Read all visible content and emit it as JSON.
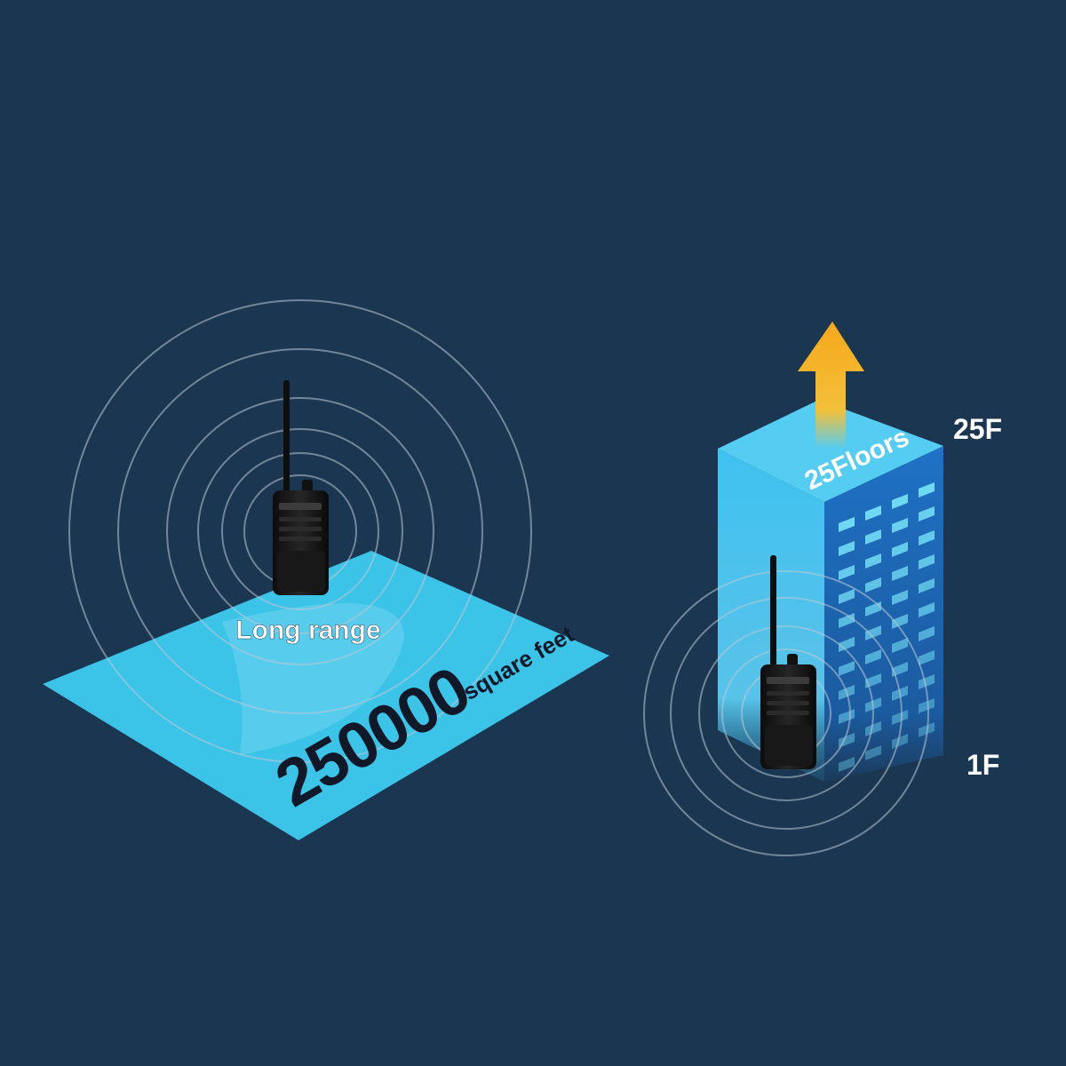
{
  "colors": {
    "background": "#1b3651",
    "floor_area": "#3cc3e8",
    "building_front": "#38b8ec",
    "building_side": "#1e6fc0",
    "window": "#6fd8f2",
    "arrow": "#f3b01e",
    "label_text": "#ffffff",
    "area_number_text": "#111827"
  },
  "left_panel": {
    "caption": "Long range",
    "area_number": "250000",
    "area_unit": "square feet",
    "radio_icon": "walkie-talkie",
    "signal_icon": "concentric-rings"
  },
  "right_panel": {
    "building_label": "25Floors",
    "top_floor_label": "25F",
    "bottom_floor_label": "1F",
    "radio_icon": "walkie-talkie",
    "arrow_icon": "up-arrow",
    "signal_icon": "concentric-rings"
  }
}
